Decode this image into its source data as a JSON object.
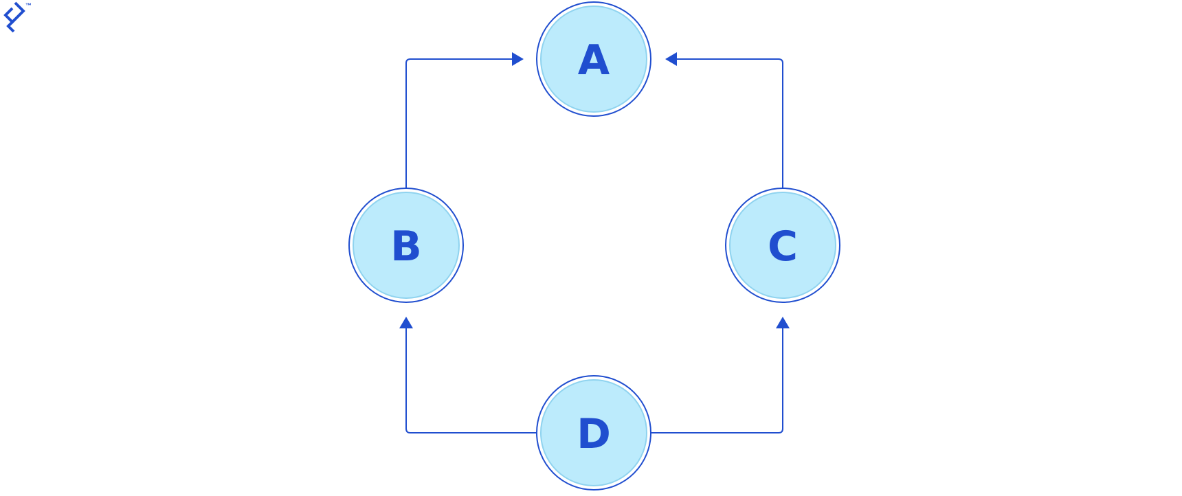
{
  "colors": {
    "stroke": "#204ecf",
    "node_fill": "#bcebfc",
    "node_inner_ring": "#8fd3ef",
    "background": "#ffffff"
  },
  "logo": {
    "icon": "toptal-logo-icon",
    "trademark": "™"
  },
  "nodes": {
    "a": "A",
    "b": "B",
    "c": "C",
    "d": "D"
  },
  "edges": [
    {
      "from": "B",
      "to": "A"
    },
    {
      "from": "C",
      "to": "A"
    },
    {
      "from": "D",
      "to": "B"
    },
    {
      "from": "D",
      "to": "C"
    }
  ]
}
